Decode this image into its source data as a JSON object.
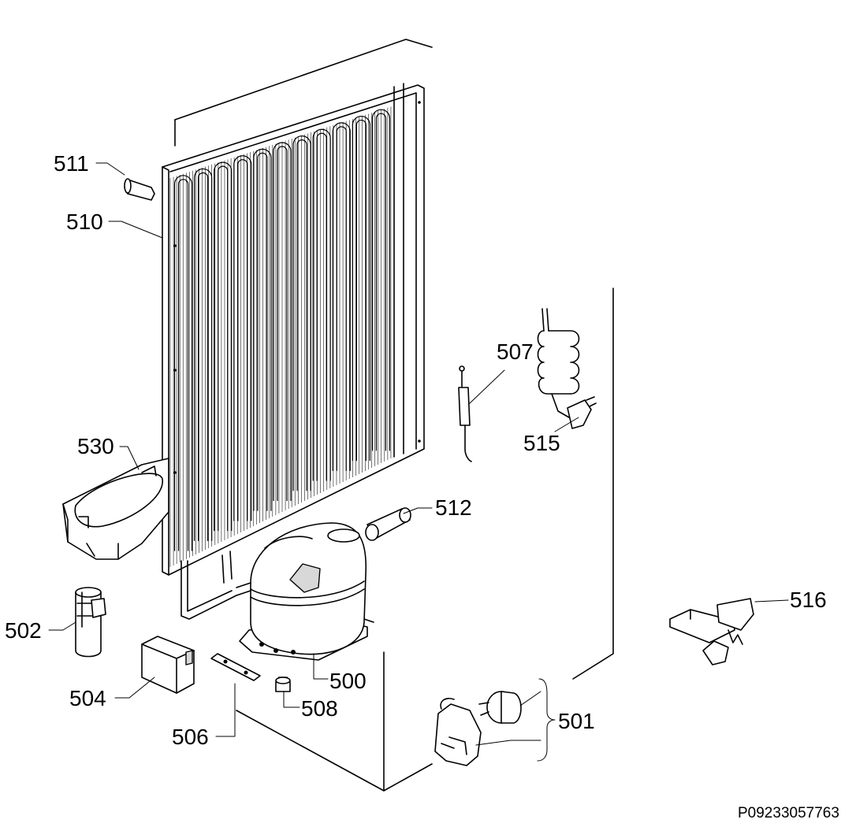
{
  "labels": {
    "p511": "511",
    "p510": "510",
    "p507": "507",
    "p515": "515",
    "p530": "530",
    "p512": "512",
    "p502": "502",
    "p500": "500",
    "p516": "516",
    "p504": "504",
    "p508": "508",
    "p501": "501",
    "p506": "506"
  },
  "drawing_code": "P09233057763",
  "colors": {
    "line": "#000000",
    "background": "#ffffff",
    "shade": "#d8d8d8"
  }
}
